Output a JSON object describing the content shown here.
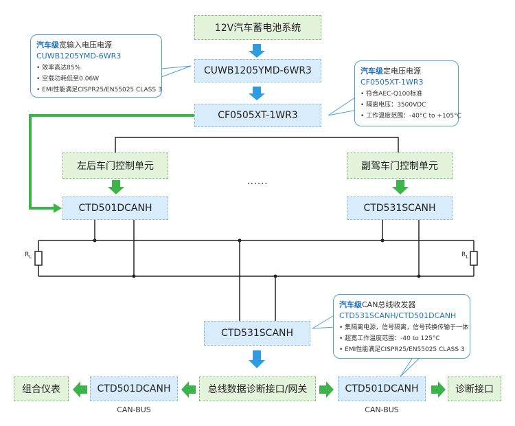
{
  "battery": "12V汽车蓄电池系统",
  "psu1": "CUWB1205YMD-6WR3",
  "psu2": "CF0505XT-1WR3",
  "callout1": {
    "prefix": "汽车级",
    "title": "宽输入电压电源",
    "model": "CUWB1205YMD-6WR3",
    "items": [
      "• 效率高达85%",
      "• 空载功耗低至0.06W",
      "• EMI性能满足CISPR25/EN55025 CLASS 3"
    ]
  },
  "callout2": {
    "prefix": "汽车级",
    "title": "定电压电源",
    "model": "CF0505XT-1WR3",
    "items": [
      "• 符合AEC-Q100标准",
      "• 隔离电压：3500VDC",
      "• 工作温度范围：-40°C to +105°C"
    ]
  },
  "ctrl_left": "左后车门控制单元",
  "ctrl_right": "副驾车门控制单元",
  "dots": "······",
  "trx_left": "CTD501DCANH",
  "trx_right": "CTD531SCANH",
  "resistor_label": "R",
  "resistor_sub": "L",
  "center_trx": "CTD531SCANH",
  "callout3": {
    "prefix": "汽车级",
    "title": "CAN总线收发器",
    "model": "CTD531SCANH/CTD501DCANH",
    "items": [
      "• 集隔离电源，信号隔离，信号转换传输于一体",
      "• 超宽工作温度范围：-40 to 125°C",
      "• EMI性能满足CISPR25/EN55025 CLASS 3"
    ]
  },
  "bottom": {
    "cluster": "组合仪表",
    "left_trx": "CTD501DCANH",
    "gateway": "总线数据诊断接口/网关",
    "right_trx": "CTD501DCANH",
    "diag": "诊断接口",
    "bus_left": "CAN-BUS",
    "bus_right": "CAN-BUS"
  },
  "colors": {
    "blue_arrow": "#2f9be0",
    "green_arrow": "#3cb44b",
    "callout_border": "#4a9fe0"
  }
}
